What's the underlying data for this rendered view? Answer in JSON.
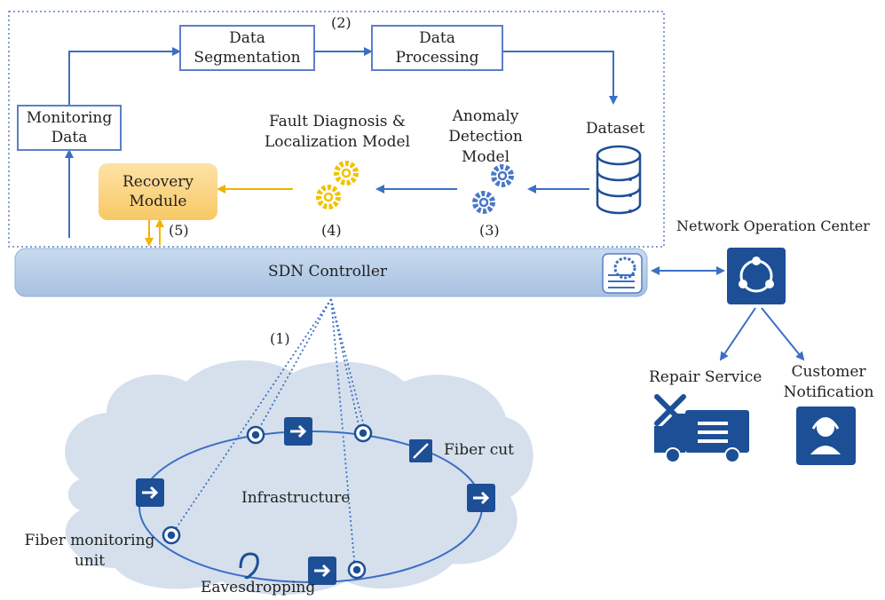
{
  "diagram": {
    "step_labels": {
      "s1": "(1)",
      "s2": "(2)",
      "s3": "(3)",
      "s4": "(4)",
      "s5": "(5)"
    },
    "boxes": {
      "monitoring_data": "Monitoring\nData",
      "data_segmentation": "Data\nSegmentation",
      "data_processing": "Data\nProcessing",
      "recovery_module": "Recovery\nModule"
    },
    "labels": {
      "dataset": "Dataset",
      "anomaly_detection": "Anomaly\nDetection Model",
      "fault_diagnosis": "Fault Diagnosis &\nLocalization Model",
      "sdn_controller": "SDN Controller",
      "noc": "Network Operation Center",
      "repair_service": "Repair Service",
      "customer_notification": "Customer\nNotification",
      "infrastructure": "Infrastructure",
      "fiber_cut": "Fiber cut",
      "fiber_monitoring_unit": "Fiber monitoring\nunit",
      "eavesdropping": "Eavesdropping"
    },
    "colors": {
      "accent_blue": "#3b6fc4",
      "dark_blue": "#1c4f96",
      "recovery_fill": "#fbd58a",
      "gear_yellow": "#f2c200",
      "cloud": "#d5e0ec",
      "controller_bar": "#b9cfe8"
    },
    "icons": [
      "gear-icon",
      "database-icon",
      "switch-icon",
      "fiber-monitor-icon",
      "ear-icon",
      "fiber-cut-icon",
      "network-hub-icon",
      "repair-truck-icon",
      "customer-service-icon",
      "controller-settings-icon"
    ]
  }
}
